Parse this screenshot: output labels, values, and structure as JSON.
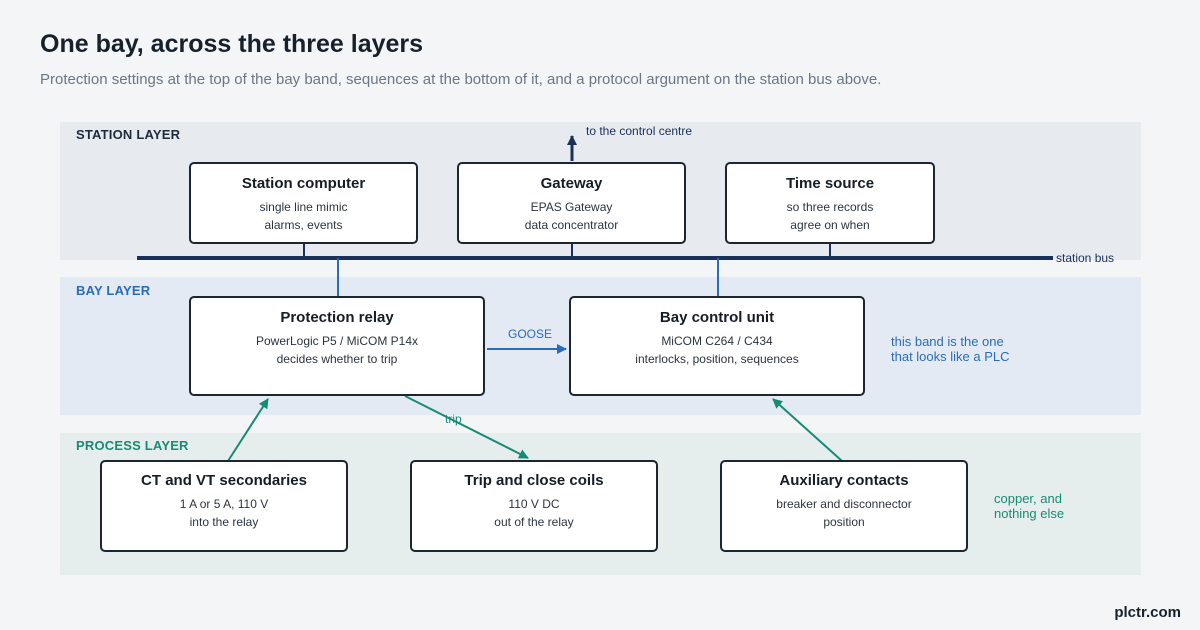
{
  "header": {
    "title": "One bay, across the three layers",
    "subtitle": "Protection settings at the top of the bay band, sequences at the bottom of it, and a protocol argument on the station bus above."
  },
  "layers": {
    "station": "STATION LAYER",
    "bay": "BAY LAYER",
    "process": "PROCESS LAYER"
  },
  "station_boxes": {
    "computer": {
      "title": "Station computer",
      "line1": "single line mimic",
      "line2": "alarms, events"
    },
    "gateway": {
      "title": "Gateway",
      "line1": "EPAS Gateway",
      "line2": "data concentrator"
    },
    "time": {
      "title": "Time source",
      "line1": "so three records",
      "line2": "agree on when"
    }
  },
  "bay_boxes": {
    "relay": {
      "title": "Protection relay",
      "line1": "PowerLogic P5 / MiCOM P14x",
      "line2": "decides whether to trip"
    },
    "bcu": {
      "title": "Bay control unit",
      "line1": "MiCOM C264 / C434",
      "line2": "interlocks, position, sequences"
    }
  },
  "process_boxes": {
    "ctvt": {
      "title": "CT and VT secondaries",
      "line1": "1 A or 5 A, 110 V",
      "line2": "into the relay"
    },
    "coils": {
      "title": "Trip and close coils",
      "line1": "110 V DC",
      "line2": "out of the relay"
    },
    "aux": {
      "title": "Auxiliary contacts",
      "line1": "breaker and disconnector",
      "line2": "position"
    }
  },
  "edge_labels": {
    "control_centre": "to the control centre",
    "station_bus": "station bus",
    "goose": "GOOSE",
    "trip": "trip"
  },
  "notes": {
    "bay_line1": "this band is the one",
    "bay_line2": "that looks like a PLC",
    "process_line1": "copper, and",
    "process_line2": "nothing else"
  },
  "brand": "plctr.com",
  "colors": {
    "station_accent": "#1a3058",
    "bay_accent": "#2a6cb8",
    "process_accent": "#198a73",
    "box_border": "#1c2530"
  }
}
